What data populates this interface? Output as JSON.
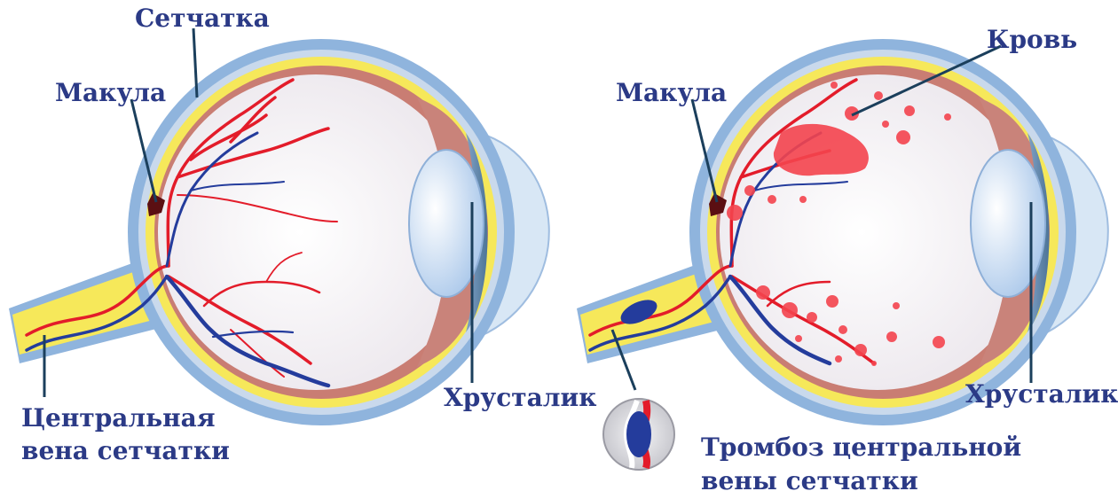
{
  "colors": {
    "label_text": "#2b3a86",
    "leader_line": "#1b3f5c",
    "sclera": "#8fb4dd",
    "sclera_inner": "#d9c4be",
    "retina_yellow": "#f6e85a",
    "choroid": "#c97d73",
    "vitreous": "#f2eff2",
    "artery": "#e31c2a",
    "vein": "#243c9c",
    "blood": "#f4444e",
    "lens": "#c9ddf3",
    "cornea": "#d8e7f5",
    "macula": "#5b0f12"
  },
  "healthy_eye": {
    "label_retina": "Сетчатка",
    "label_macula": "Макула",
    "label_vein_line1": "Центральная",
    "label_vein_line2": "вена сетчатки",
    "label_lens": "Хрусталик"
  },
  "affected_eye": {
    "label_blood": "Кровь",
    "label_macula": "Макула",
    "label_lens": "Хрусталик",
    "label_thrombosis_line1": "Тромбоз центральной",
    "label_thrombosis_line2": "вены сетчатки"
  }
}
